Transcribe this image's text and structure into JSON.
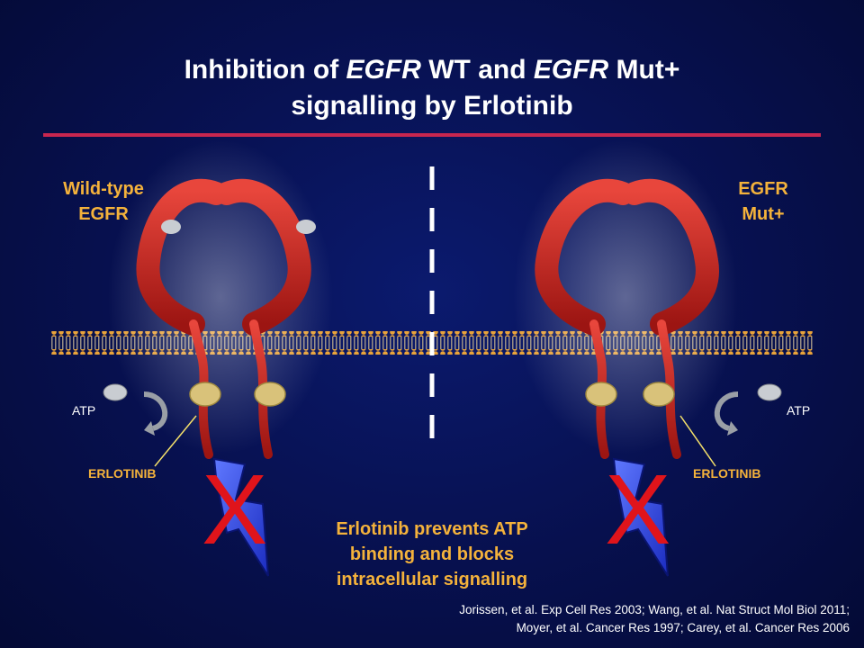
{
  "title": {
    "line1_prefix": "Inhibition of ",
    "line1_em1": "EGFR",
    "line1_mid": " WT and ",
    "line1_em2": "EGFR",
    "line1_suffix": " Mut+",
    "line2": "signalling by Erlotinib"
  },
  "left": {
    "label_line1": "Wild-type",
    "label_line2": "EGFR",
    "atp": "ATP",
    "drug": "ERLOTINIB",
    "block_mark": "X"
  },
  "right": {
    "label_line1": "EGFR",
    "label_line2": "Mut+",
    "atp": "ATP",
    "drug": "ERLOTINIB",
    "block_mark": "X"
  },
  "caption": {
    "line1": "Erlotinib prevents ATP",
    "line2": "binding and blocks",
    "line3": "intracellular signalling"
  },
  "references": {
    "line1": "Jorissen, et al. Exp Cell Res 2003; Wang, et al. Nat Struct Mol Biol 2011;",
    "line2": "Moyer, et al.  Cancer Res 1997; Carey, et al. Cancer Res 2006"
  },
  "colors": {
    "background": "#07104e",
    "title_rule": "#c8264f",
    "label_gold": "#f4b23b",
    "receptor_red": "#c4221f",
    "erlotinib_tan": "#d9c27a",
    "cross_red": "#e0141b",
    "signal_blue": "#2a3fe0"
  }
}
